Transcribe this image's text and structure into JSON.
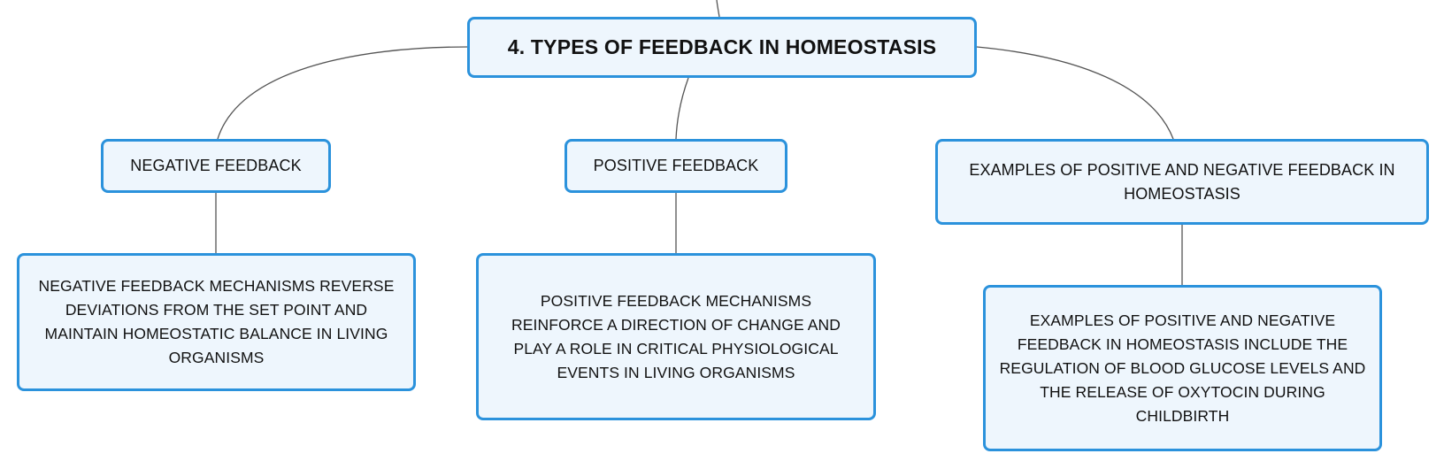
{
  "diagram": {
    "root": {
      "label": "4. TYPES OF FEEDBACK IN HOMEOSTASIS"
    },
    "branches": [
      {
        "title": "NEGATIVE FEEDBACK",
        "detail": "NEGATIVE FEEDBACK MECHANISMS REVERSE DEVIATIONS FROM THE SET POINT AND MAINTAIN HOMEOSTATIC BALANCE IN LIVING ORGANISMS"
      },
      {
        "title": "POSITIVE FEEDBACK",
        "detail": "POSITIVE FEEDBACK MECHANISMS REINFORCE A DIRECTION OF CHANGE AND PLAY A ROLE IN CRITICAL PHYSIOLOGICAL EVENTS IN LIVING ORGANISMS"
      },
      {
        "title": "EXAMPLES OF POSITIVE AND NEGATIVE FEEDBACK IN HOMEOSTASIS",
        "detail": "EXAMPLES OF POSITIVE AND NEGATIVE FEEDBACK IN HOMEOSTASIS INCLUDE THE REGULATION OF BLOOD GLUCOSE LEVELS AND THE RELEASE OF OXYTOCIN DURING CHILDBIRTH"
      }
    ]
  },
  "colors": {
    "node_border": "#2b92dc",
    "node_fill": "#eef6fd",
    "connector": "#555555",
    "text": "#111111"
  }
}
